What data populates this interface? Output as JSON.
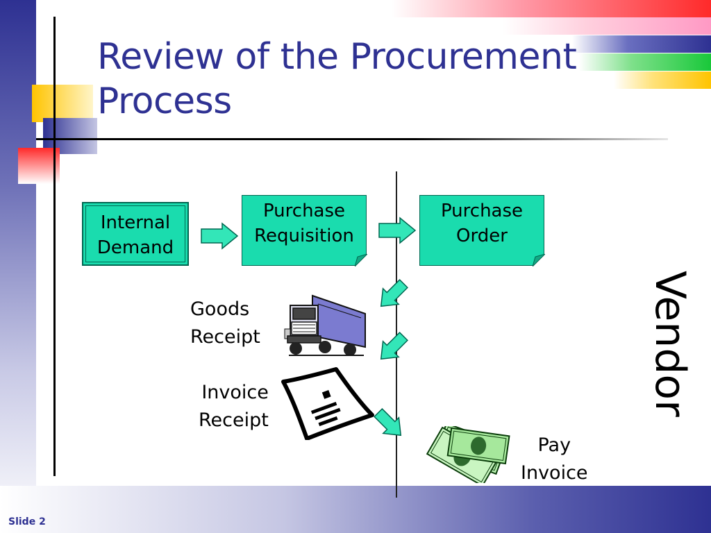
{
  "slide": {
    "title": "Review of the Procurement Process",
    "number_label": "Slide 2"
  },
  "diagram": {
    "internal_demand": [
      "Internal",
      "Demand"
    ],
    "purchase_requisition": [
      "Purchase",
      "Requisition"
    ],
    "purchase_order": [
      "Purchase",
      "Order"
    ],
    "goods_receipt": [
      "Goods",
      "Receipt"
    ],
    "invoice_receipt": [
      "Invoice",
      "Receipt"
    ],
    "pay_invoice": [
      "Pay",
      "Invoice"
    ],
    "vendor": "Vendor"
  },
  "colors": {
    "title": "#2e3192",
    "box_fill": "#1adcae",
    "box_border": "#006650",
    "arrow_fill": "#33e6b8"
  },
  "icons": [
    "arrow-right-icon",
    "arrow-down-left-icon",
    "arrow-down-right-icon",
    "truck-icon",
    "invoice-document-icon",
    "money-bills-icon"
  ]
}
